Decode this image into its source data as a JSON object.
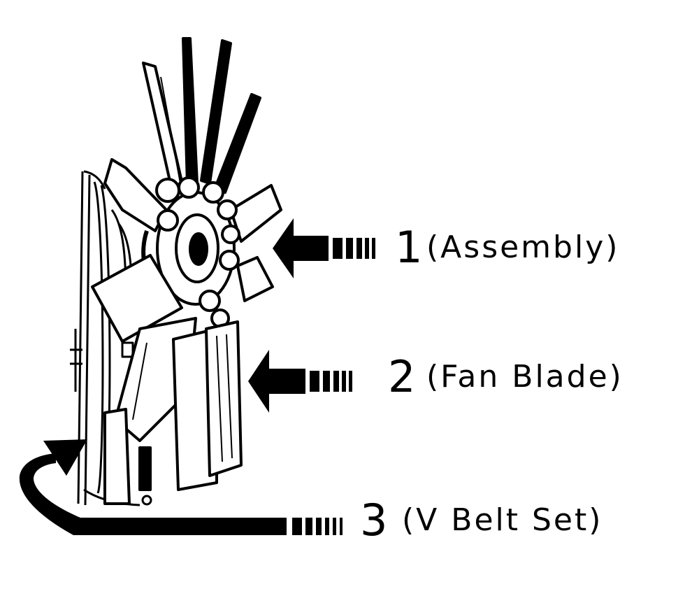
{
  "colors": {
    "ink": "#000000",
    "paper": "#ffffff"
  },
  "illustration": {
    "subject": "fan-assembly-icon"
  },
  "callouts": [
    {
      "number": "1",
      "label": "(Assembly)"
    },
    {
      "number": "2",
      "label": "(Fan Blade)"
    },
    {
      "number": "3",
      "label": "(V Belt Set)"
    }
  ]
}
